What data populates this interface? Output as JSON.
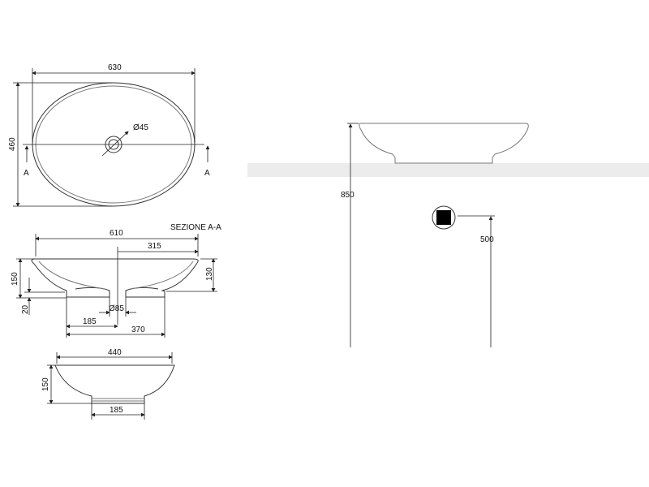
{
  "top_view": {
    "width": "630",
    "height": "460",
    "drain": "Ø45",
    "section_mark_left": "A",
    "section_mark_right": "A"
  },
  "section": {
    "title": "SEZIONE A-A",
    "width": "610",
    "half_width": "315",
    "height": "150",
    "inner_depth": "130",
    "foot": "20",
    "drain": "Ø85",
    "half_foot": "185",
    "foot_width": "370"
  },
  "side_view": {
    "width": "440",
    "height": "150",
    "foot_width": "185"
  },
  "installation": {
    "height": "850",
    "drain_height": "500"
  },
  "colors": {
    "countertop": "#ececec",
    "line": "#222222"
  }
}
